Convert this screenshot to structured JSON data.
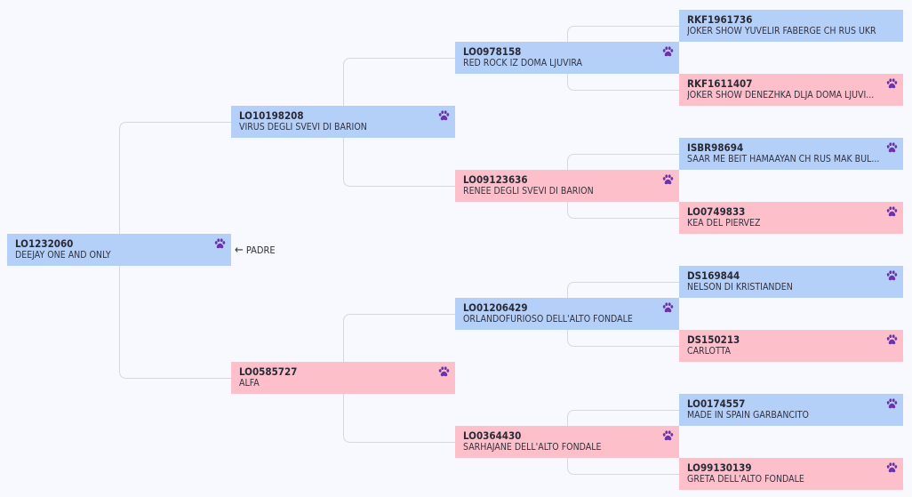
{
  "colors": {
    "male": "#b4d0f9",
    "female": "#fdc0cb",
    "paw": "#6a33a6",
    "line": "#d4d8e0"
  },
  "icon": "paw-icon",
  "label": {
    "arrow": "←",
    "text": "PADRE"
  },
  "nodes": [
    {
      "reg": "LO1232060",
      "name": "DEEJAY ONE AND ONLY",
      "sex": "male"
    },
    {
      "reg": "LO10198208",
      "name": "VIRUS DEGLI SVEVI DI BARION",
      "sex": "male"
    },
    {
      "reg": "LO0585727",
      "name": "ALFA",
      "sex": "female"
    },
    {
      "reg": "LO0978158",
      "name": "RED ROCK IZ DOMA LJUVIRA",
      "sex": "male"
    },
    {
      "reg": "LO09123636",
      "name": "RENEE DEGLI SVEVI DI BARION",
      "sex": "female"
    },
    {
      "reg": "LO01206429",
      "name": "ORLANDOFURIOSO DELL'ALTO FONDALE",
      "sex": "male"
    },
    {
      "reg": "LO0364430",
      "name": "SARHAJANE DELL'ALTO FONDALE",
      "sex": "female"
    },
    {
      "reg": "RKF1961736",
      "name": "JOKER SHOW YUVELIR FABERGE CH RUS UKR",
      "sex": "male",
      "paw": false
    },
    {
      "reg": "RKF1611407",
      "name": "JOKER SHOW DENEZHKA DLJA DOMA LJUVI...",
      "sex": "female"
    },
    {
      "reg": "ISBR98694",
      "name": "SAAR ME BEIT HAMAAYAN CH RUS MAK BUL...",
      "sex": "male"
    },
    {
      "reg": "LO0749833",
      "name": "KEA DEL PIERVEZ",
      "sex": "female"
    },
    {
      "reg": "DS169844",
      "name": "NELSON DI KRISTIANDEN",
      "sex": "male"
    },
    {
      "reg": "DS150213",
      "name": "CARLOTTA",
      "sex": "female"
    },
    {
      "reg": "LO0174557",
      "name": "MADE IN SPAIN GARBANCITO",
      "sex": "male"
    },
    {
      "reg": "LO99130139",
      "name": "GRETA DELL'ALTO FONDALE",
      "sex": "female"
    }
  ]
}
